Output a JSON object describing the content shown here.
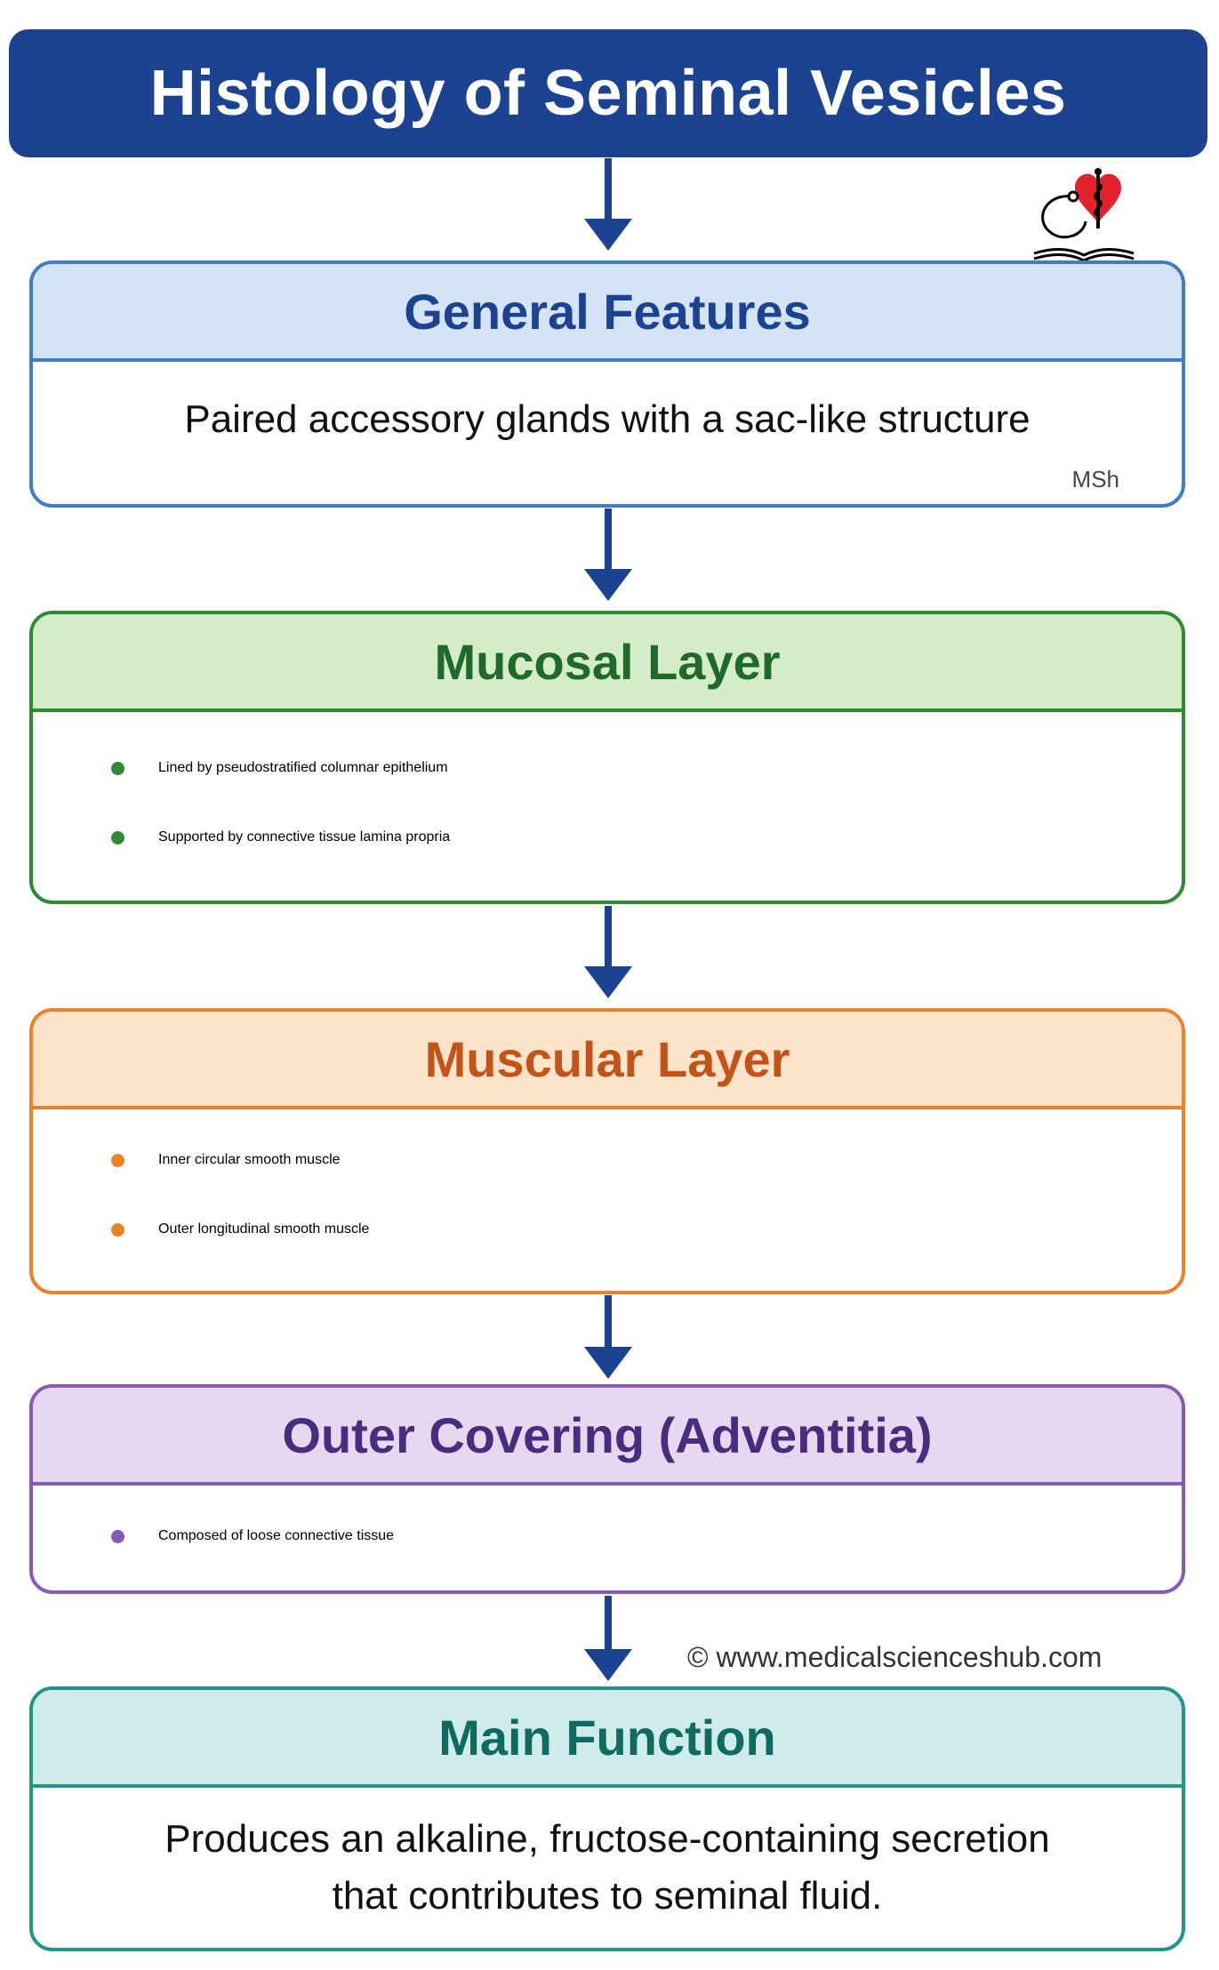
{
  "title": "Histology of Seminal Vesicles",
  "sections": {
    "general_features": {
      "heading": "General Features",
      "text": "Paired accessory glands with a sac-like structure",
      "mark": "MSh"
    },
    "mucosal_layer": {
      "heading": "Mucosal Layer",
      "bullets": [
        "Lined by pseudostratified columnar epithelium",
        "Supported by connective tissue lamina propria"
      ]
    },
    "muscular_layer": {
      "heading": "Muscular Layer",
      "bullets": [
        "Inner circular smooth muscle",
        "Outer longitudinal smooth muscle"
      ]
    },
    "outer_covering": {
      "heading": "Outer Covering (Adventitia)",
      "bullets": [
        "Composed of loose connective tissue"
      ]
    },
    "main_function": {
      "heading": "Main Function",
      "line1": "Produces an alkaline, fructose-containing secretion",
      "line2": "that contributes to seminal fluid."
    }
  },
  "copyright": "© www.medicalscienceshub.com",
  "logo_icon": "heart-stethoscope-book-icon",
  "colors": {
    "title_bg": "#1c4391",
    "general": "#3f7dcb",
    "mucosal": "#2f8a34",
    "muscular": "#ec8128",
    "outer": "#8859b8",
    "function": "#23948c"
  }
}
